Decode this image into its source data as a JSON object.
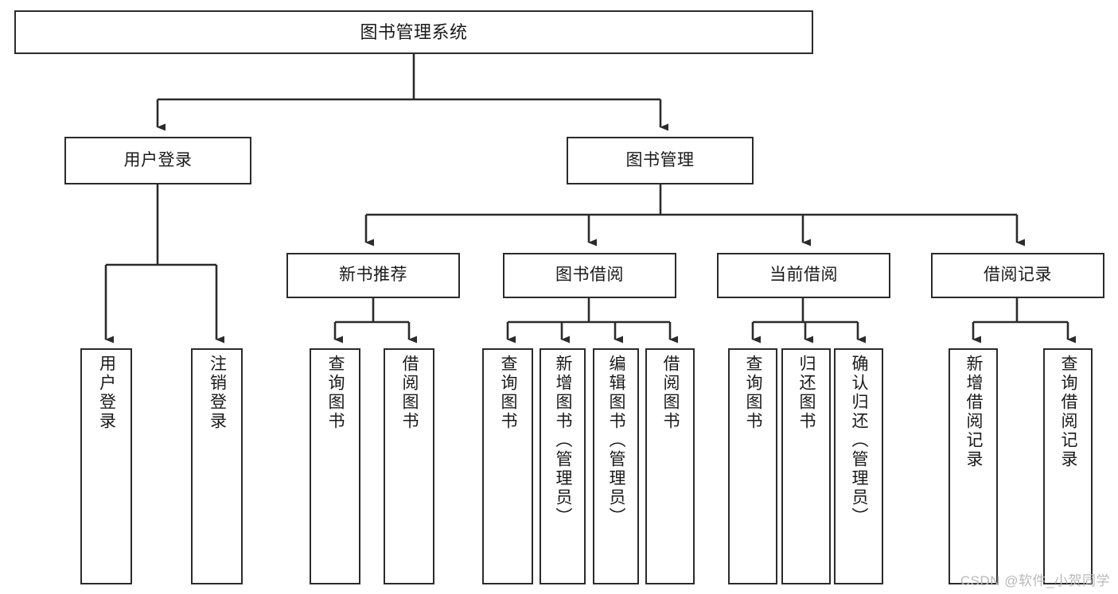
{
  "diagram": {
    "title": "图书管理系统",
    "type": "system-function-hierarchy",
    "watermark": "CSDN @软件_小贺同学",
    "colors": {
      "background": "#ffffff",
      "box_border": "#2b2b2b",
      "connector": "#2b2b2b",
      "text": "#1a1a1a",
      "watermark": "#b9b9b9"
    },
    "levels": {
      "root": {
        "label": "图书管理系统"
      },
      "level2": [
        {
          "id": "user-login",
          "label": "用户登录"
        },
        {
          "id": "book-management",
          "label": "图书管理"
        }
      ],
      "level3": [
        {
          "id": "new-book-recommend",
          "label": "新书推荐",
          "parent": "book-management"
        },
        {
          "id": "book-borrow",
          "label": "图书借阅",
          "parent": "book-management"
        },
        {
          "id": "current-borrow",
          "label": "当前借阅",
          "parent": "book-management"
        },
        {
          "id": "borrow-record",
          "label": "借阅记录",
          "parent": "book-management"
        }
      ],
      "leaves": [
        {
          "id": "leaf-user-login",
          "label": "用户登录",
          "parent": "user-login"
        },
        {
          "id": "leaf-logout-login",
          "label": "注销登录",
          "parent": "user-login"
        },
        {
          "id": "leaf-query-book-1",
          "label": "查询图书",
          "parent": "new-book-recommend"
        },
        {
          "id": "leaf-borrow-book-1",
          "label": "借阅图书",
          "parent": "new-book-recommend"
        },
        {
          "id": "leaf-query-book-2",
          "label": "查询图书",
          "parent": "book-borrow"
        },
        {
          "id": "leaf-add-book",
          "label": "新增图书（管理员）",
          "parent": "book-borrow"
        },
        {
          "id": "leaf-edit-book",
          "label": "编辑图书（管理员）",
          "parent": "book-borrow"
        },
        {
          "id": "leaf-borrow-book-2",
          "label": "借阅图书",
          "parent": "book-borrow"
        },
        {
          "id": "leaf-query-book-3",
          "label": "查询图书",
          "parent": "current-borrow"
        },
        {
          "id": "leaf-return-book",
          "label": "归还图书",
          "parent": "current-borrow"
        },
        {
          "id": "leaf-confirm-return",
          "label": "确认归还（管理员）",
          "parent": "current-borrow"
        },
        {
          "id": "leaf-add-record",
          "label": "新增借阅记录",
          "parent": "borrow-record"
        },
        {
          "id": "leaf-query-record",
          "label": "查询借阅记录",
          "parent": "borrow-record"
        }
      ]
    }
  }
}
